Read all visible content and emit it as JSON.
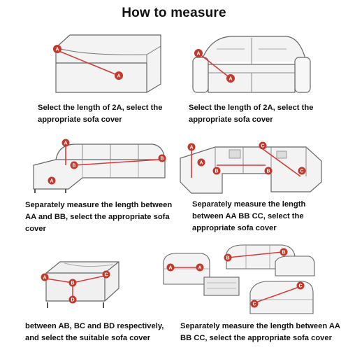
{
  "title": "How to measure",
  "colors": {
    "marker": "#c0392b",
    "line": "#d23b3b",
    "sketch": "#6b6b6b",
    "fill": "#efefef"
  },
  "panels": [
    {
      "name": "loveseat-seat",
      "markers": [
        "A",
        "A"
      ],
      "caption": [
        "Select the length of 2A, select the",
        "appropriate sofa cover"
      ]
    },
    {
      "name": "loveseat",
      "markers": [
        "A",
        "A"
      ],
      "caption": [
        "Select the length of 2A, select the",
        "appropriate sofa cover"
      ]
    },
    {
      "name": "chaise-sectional",
      "markers": [
        "A",
        "A",
        "B",
        "B"
      ],
      "caption": [
        "Separately measure the length between",
        "AA and BB, select the appropriate sofa",
        "cover"
      ]
    },
    {
      "name": "u-sectional",
      "markers": [
        "A",
        "A",
        "B",
        "B",
        "C",
        "C"
      ],
      "caption": [
        "Separately measure the length",
        "between AA  BB CC, select the",
        "appropriate sofa cover"
      ]
    },
    {
      "name": "ottoman",
      "markers": [
        "A",
        "B",
        "C",
        "D"
      ],
      "caption": [
        "between AB, BC and BD respectively,",
        "and select the suitable sofa cover"
      ]
    },
    {
      "name": "living-room-set",
      "markers": [
        "A",
        "A",
        "B",
        "B",
        "C",
        "C"
      ],
      "caption": [
        "Separately measure the length between AA",
        "BB CC, select the appropriate sofa cover"
      ]
    }
  ]
}
